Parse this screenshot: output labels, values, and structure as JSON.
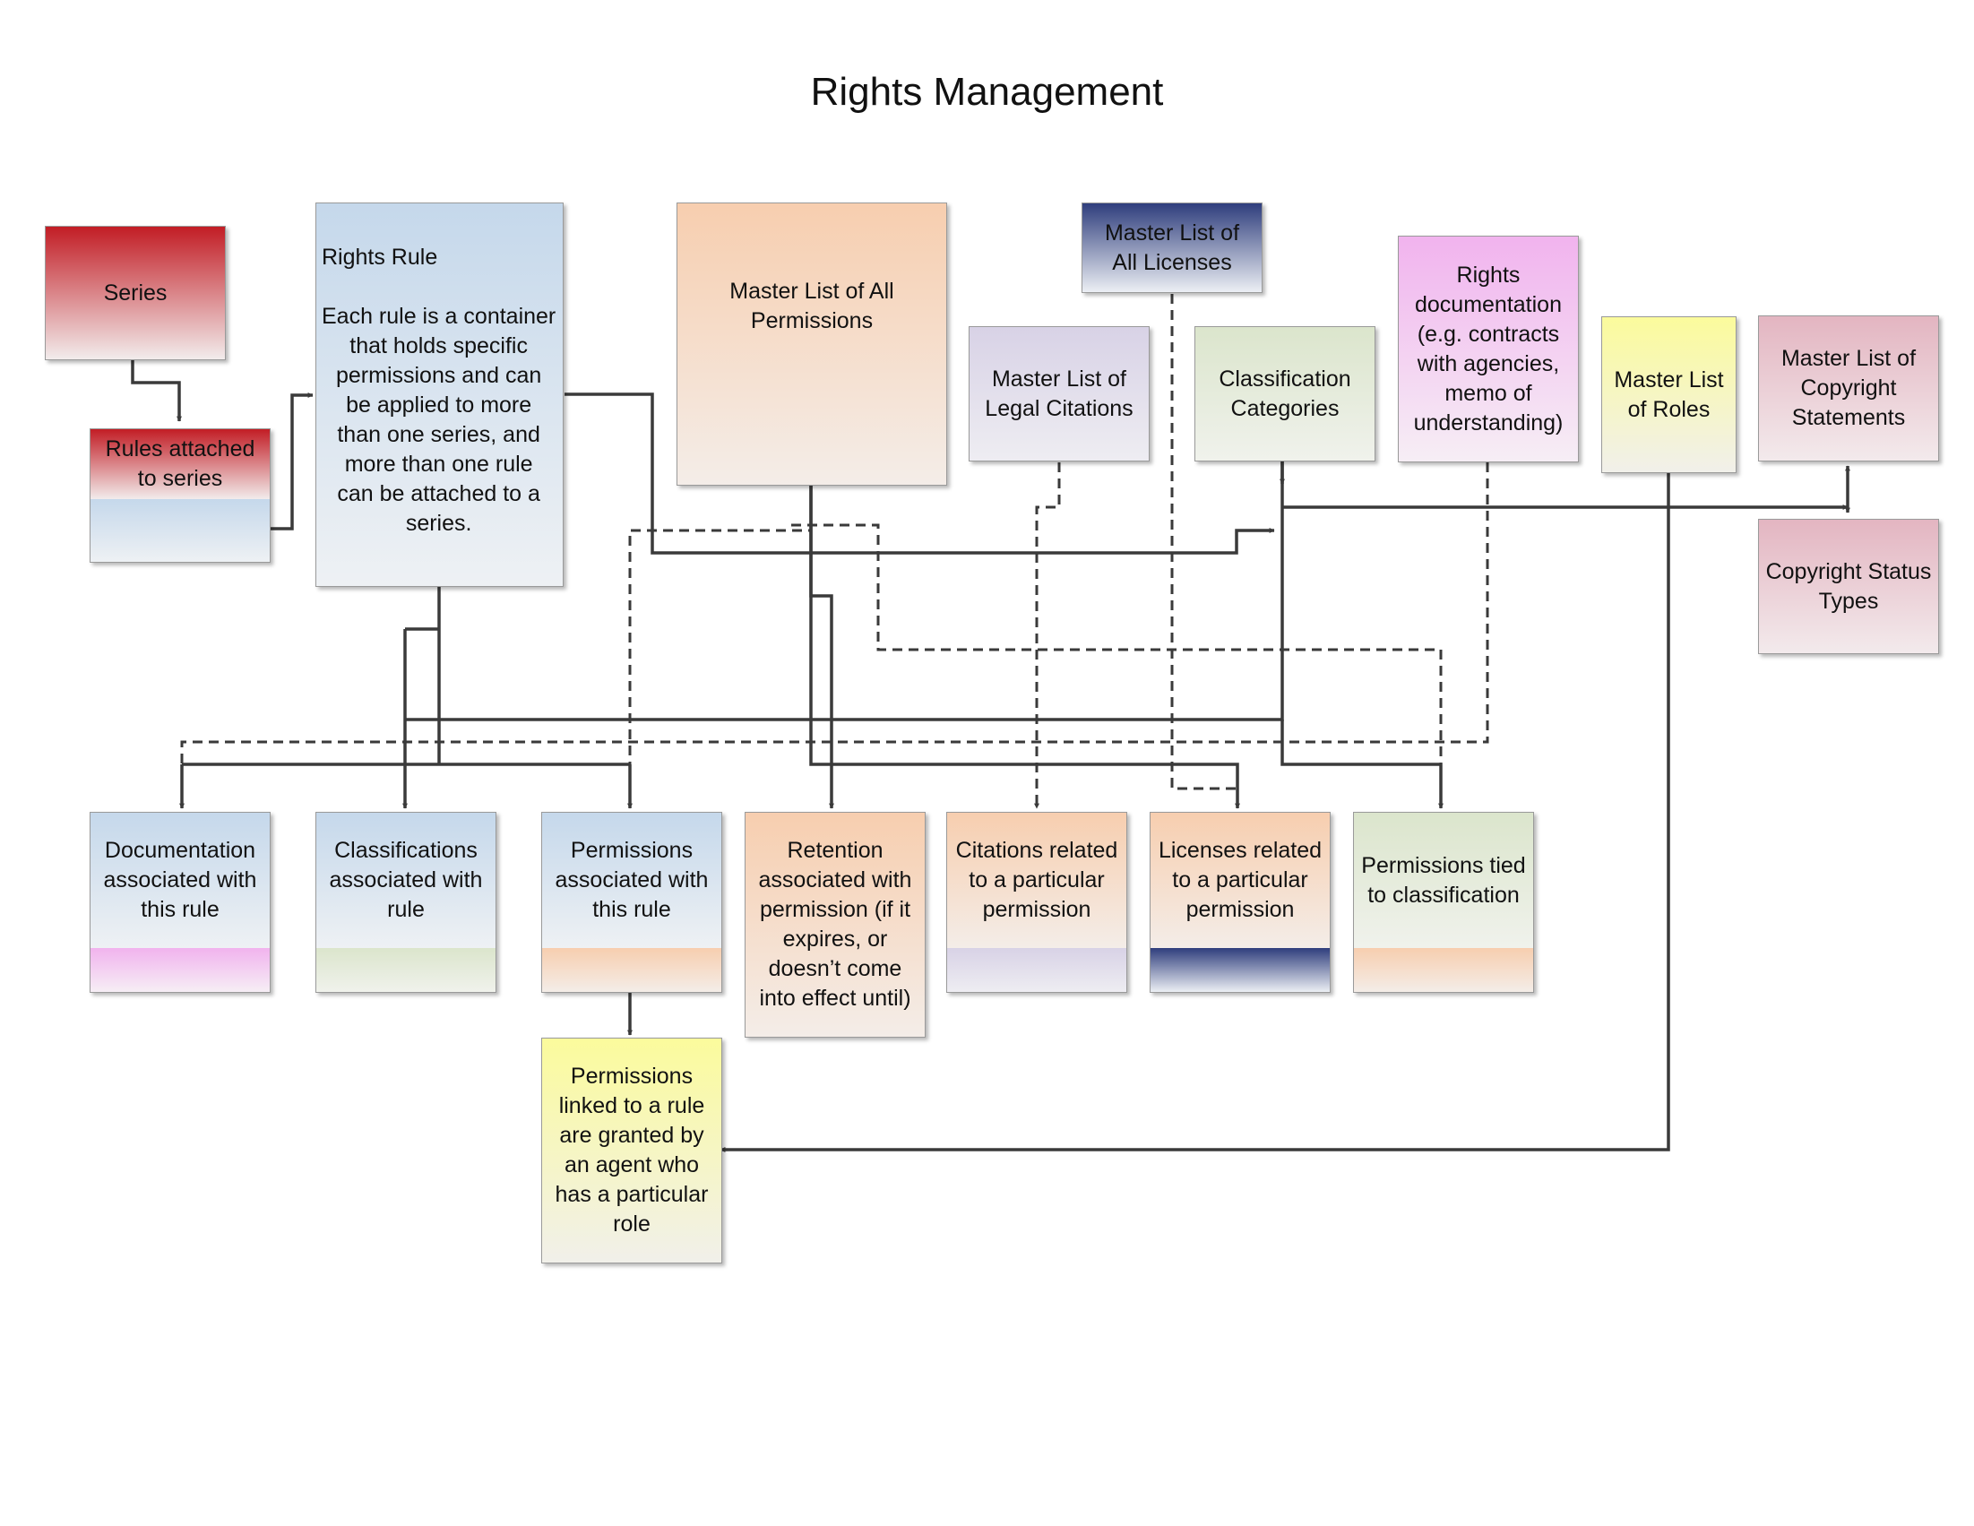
{
  "title": "Rights Management",
  "boxes": {
    "series": "Series",
    "rules_attached": "Rules attached\nto series",
    "rights_rule_title": "Rights Rule",
    "rights_rule_desc": "Each rule is a container\nthat holds specific\npermissions and can\nbe applied to more\nthan one series, and\nmore than one rule\ncan be attached to a\nseries.",
    "master_permissions": "Master List of All\nPermissions",
    "master_licenses": "Master List of\nAll Licenses",
    "master_legal": "Master List of\nLegal Citations",
    "classification_categories": "Classification\nCategories",
    "rights_documentation": "Rights\ndocumentation\n(e.g. contracts\nwith agencies,\nmemo of\nunderstanding)",
    "master_roles": "Master List\nof Roles",
    "master_copyright": "Master List of\nCopyright\nStatements",
    "copyright_status": "Copyright Status\nTypes",
    "documentation_rule": "Documentation\nassociated with\nthis rule",
    "classifications_rule": "Classifications\nassociated with\nrule",
    "permissions_rule": "Permissions\nassociated with\nthis rule",
    "retention": "Retention\nassociated with\npermission (if it\nexpires, or\ndoesn’t come\ninto effect until)",
    "citations": "Citations related\nto a particular\npermission",
    "licenses": "Licenses related\nto a particular\npermission",
    "permissions_classification": "Permissions tied\nto classification",
    "permissions_agent": "Permissions\nlinked to a rule\nare granted by\nan agent who\nhas a particular\nrole"
  },
  "colors": {
    "line": "#3a3a3a",
    "red": "#c21d25",
    "blue": "#c5d8eb",
    "peach": "#f7ceaf",
    "lavender": "#d8d2e6",
    "navy": "#2f3e7d",
    "green": "#dbe5cc",
    "pink": "#f1b3ee",
    "yellow": "#fbfb9c",
    "rose": "#e3b5c1"
  }
}
